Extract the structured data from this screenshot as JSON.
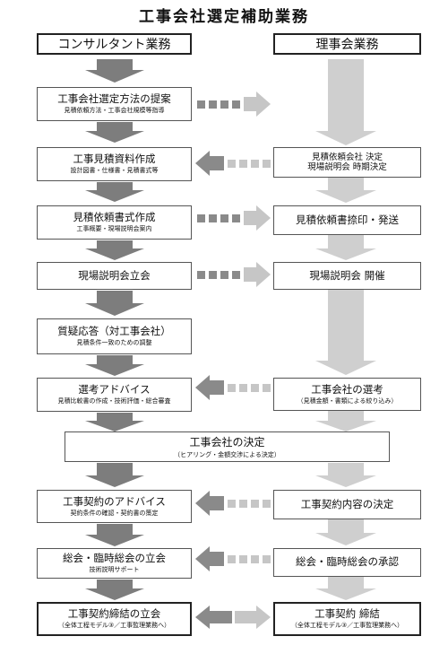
{
  "title": "工事会社選定補助業務",
  "headers": {
    "left": "コンサルタント業務",
    "right": "理事会業務"
  },
  "left_steps": [
    {
      "main": "工事会社選定方法の提案",
      "sub": "見積依頼方法・工事会社規模等指導"
    },
    {
      "main": "工事見積資料作成",
      "sub": "設計図書・仕様書・見積書式等"
    },
    {
      "main": "見積依頼書式作成",
      "sub": "工事概要・現場説明会案内"
    },
    {
      "main": "現場説明会立会",
      "sub": ""
    },
    {
      "main": "質疑応答（対工事会社）",
      "sub": "見積条件一致のための調整"
    },
    {
      "main": "選考アドバイス",
      "sub": "見積比較書の作成・技術評価・総合審査"
    },
    {
      "main": "工事契約のアドバイス",
      "sub": "契約条件の確認・契約書の策定"
    },
    {
      "main": "総会・臨時総会の立会",
      "sub": "技術説明サポート"
    },
    {
      "main": "工事契約締結の立会",
      "sub": "（全体工程モデル③／工事監理業務へ）"
    }
  ],
  "right_steps": [
    {
      "line1": "見積依頼会社 決定",
      "line2": "現場説明会 時期決定"
    },
    {
      "main": "見積依頼書捺印・発送",
      "sub": ""
    },
    {
      "main": "現場説明会 開催",
      "sub": ""
    },
    {
      "main": "工事会社の選考",
      "sub": "（見積金額・書類による絞り込み）"
    },
    {
      "main": "工事契約内容の決定",
      "sub": ""
    },
    {
      "main": "総会・臨時総会の承認",
      "sub": ""
    },
    {
      "main": "工事契約 締結",
      "sub": "（全体工程モデル③／工事監理業務へ）"
    }
  ],
  "decision": {
    "main": "工事会社の決定",
    "sub": "（ヒアリング・金額交渉による決定）"
  },
  "colors": {
    "arrow_left": "#7d7d7d",
    "arrow_right": "#cfcfcf",
    "link_dark": "#8a8a8a",
    "link_light": "#c6c6c6",
    "border": "#222222"
  }
}
